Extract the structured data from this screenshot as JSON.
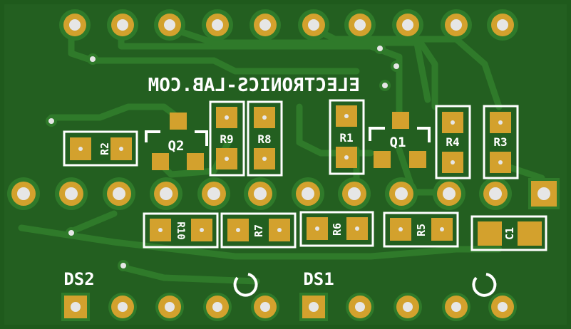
{
  "board": {
    "silkscreen_title": "ELECTRONICS-LAB.COM",
    "colors": {
      "board": "#1f5a1c",
      "trace": "#2a6e25",
      "pad": "#d3a12d",
      "silk": "#ffffff",
      "hole": "#e6e6e6"
    }
  },
  "components": {
    "R1": "R1",
    "R2": "R2",
    "R3": "R3",
    "R4": "R4",
    "R5": "R5",
    "R6": "R6",
    "R7": "R7",
    "R8": "R8",
    "R9": "R9",
    "R10": "R10",
    "C1": "C1",
    "Q1": "Q1",
    "Q2": "Q2"
  },
  "displays": {
    "DS1": "DS1",
    "DS2": "DS2"
  }
}
